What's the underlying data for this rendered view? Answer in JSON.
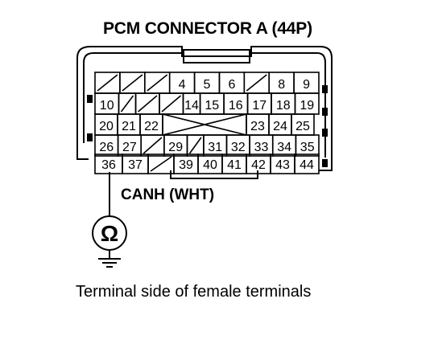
{
  "title": "PCM CONNECTOR A (44P)",
  "wire_label": "CANH (WHT)",
  "caption": "Terminal side of female terminals",
  "meter_symbol": "Ω",
  "rows": [
    [
      "",
      "",
      "",
      "4",
      "5",
      "6",
      "",
      "8",
      "9"
    ],
    [
      "10",
      "",
      "",
      "",
      "14",
      "15",
      "16",
      "17",
      "18",
      "19"
    ],
    [
      "20",
      "21",
      "22",
      "",
      "",
      "",
      "",
      "23",
      "24",
      "25"
    ],
    [
      "26",
      "27",
      "",
      "29",
      "",
      "31",
      "32",
      "33",
      "34",
      "35"
    ],
    [
      "36",
      "37",
      "",
      "39",
      "40",
      "41",
      "42",
      "43",
      "44"
    ]
  ],
  "probed_terminal": "36",
  "colors": {
    "line": "#000000",
    "background": "#ffffff"
  }
}
